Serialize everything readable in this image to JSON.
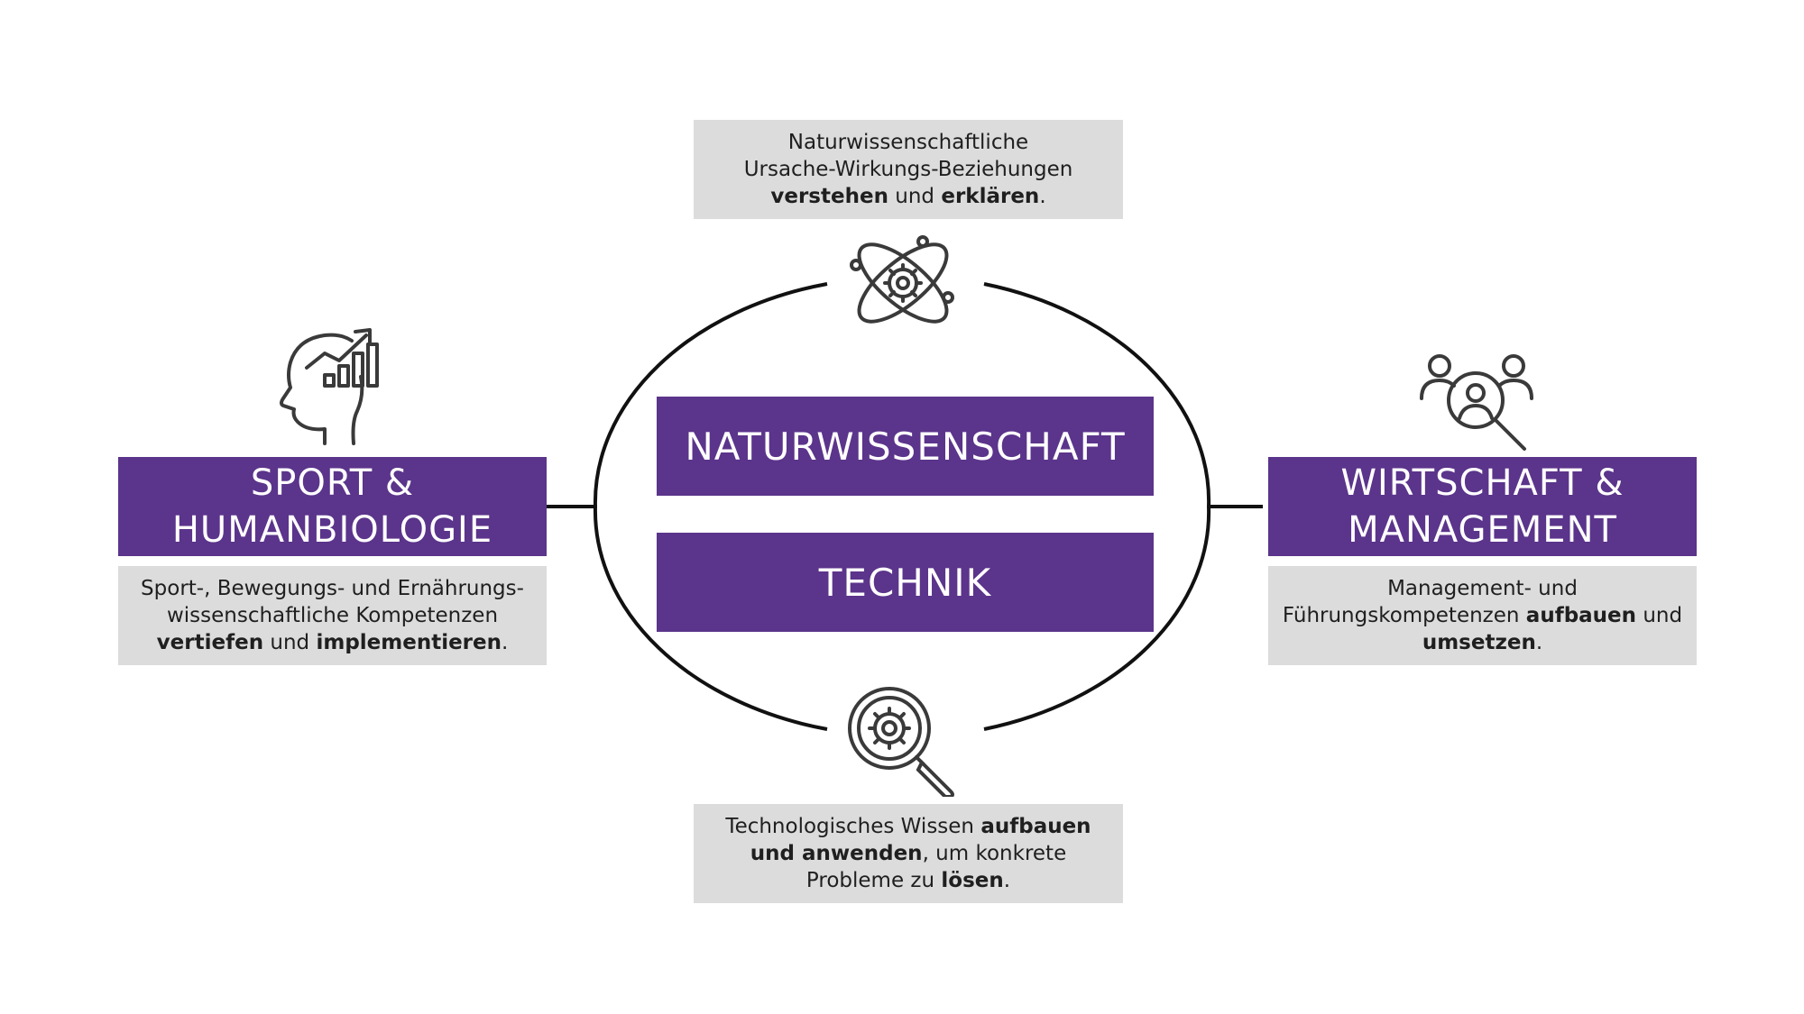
{
  "center": {
    "top_label": "NATURWISSENSCHAFT",
    "bottom_label": "TECHNIK"
  },
  "left": {
    "title_line1": "SPORT &",
    "title_line2": "HUMANBIOLOGIE",
    "desc_line1": "Sport-, Bewegungs- und Ernährungs-",
    "desc_line2": "wissenschaftliche Kompetenzen",
    "desc_line3_b1": "vertiefen",
    "desc_line3_t1": " und ",
    "desc_line3_b2": "implementieren",
    "desc_line3_t2": ".",
    "icon": "head-growth-chart-icon"
  },
  "right": {
    "title_line1": "WIRTSCHAFT &",
    "title_line2": "MANAGEMENT",
    "desc_line1": "Management- und",
    "desc_line2_t1": "Führungskompetenzen ",
    "desc_line2_b1": "aufbauen",
    "desc_line2_t2": " und",
    "desc_line3_b1": "umsetzen",
    "desc_line3_t1": ".",
    "icon": "people-search-icon"
  },
  "top": {
    "desc_line1": "Naturwissenschaftliche",
    "desc_line2": "Ursache-Wirkungs-Beziehungen",
    "desc_line3_b1": "verstehen",
    "desc_line3_t1": " und ",
    "desc_line3_b2": "erklären",
    "desc_line3_t2": ".",
    "icon": "atom-gear-icon"
  },
  "bottom": {
    "desc_line1_t1": "Technologisches Wissen ",
    "desc_line1_b1": "aufbauen",
    "desc_line2_b1": "und anwenden",
    "desc_line2_t1": ", um konkrete",
    "desc_line3_t1": "Probleme zu ",
    "desc_line3_b1": "lösen",
    "desc_line3_t2": ".",
    "icon": "magnifier-gear-icon"
  },
  "colors": {
    "purple": "#5b348b",
    "grey_box": "#dcdcdc",
    "icon_stroke": "#3a3a3a"
  }
}
